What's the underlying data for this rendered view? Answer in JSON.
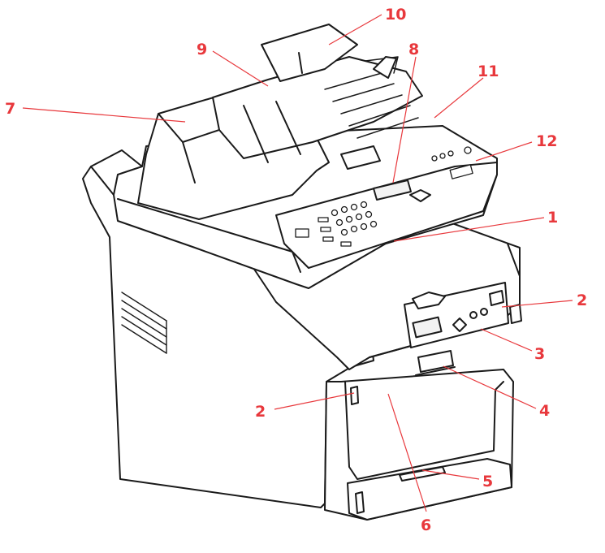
{
  "colors": {
    "callout": "#e8383c",
    "line_art": "#1a1a1a",
    "paper": "#ffffff",
    "lcd": "#f2f2f2"
  },
  "callouts": [
    {
      "id": "1",
      "label": "1"
    },
    {
      "id": "2a",
      "label": "2"
    },
    {
      "id": "2b",
      "label": "2"
    },
    {
      "id": "3",
      "label": "3"
    },
    {
      "id": "4",
      "label": "4"
    },
    {
      "id": "5",
      "label": "5"
    },
    {
      "id": "6",
      "label": "6"
    },
    {
      "id": "7",
      "label": "7"
    },
    {
      "id": "8",
      "label": "8"
    },
    {
      "id": "9",
      "label": "9"
    },
    {
      "id": "10",
      "label": "10"
    },
    {
      "id": "11",
      "label": "11"
    },
    {
      "id": "12",
      "label": "12"
    }
  ]
}
